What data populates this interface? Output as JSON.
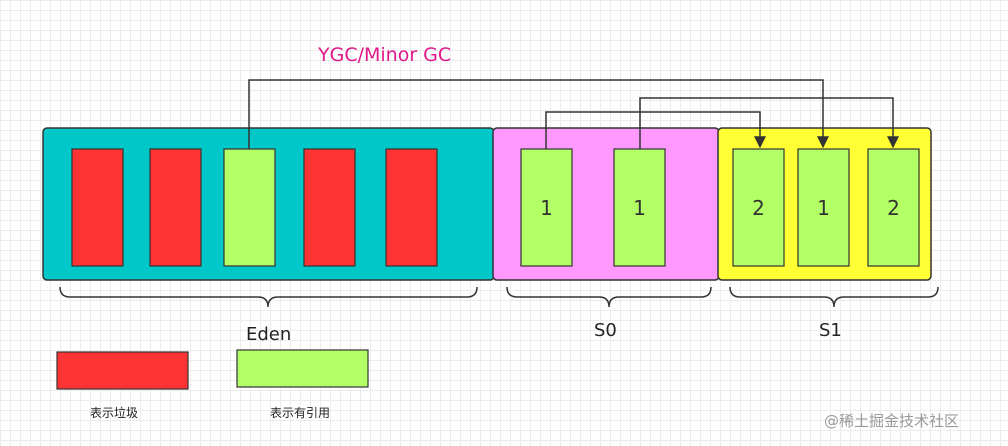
{
  "title": "YGC/Minor GC",
  "regions": {
    "eden": {
      "label": "Eden",
      "color": "#00c8c8"
    },
    "s0": {
      "label": "S0",
      "color": "#ff99ff"
    },
    "s1": {
      "label": "S1",
      "color": "#ffff33"
    }
  },
  "eden_cells": [
    "garbage",
    "garbage",
    "referenced",
    "garbage",
    "garbage"
  ],
  "s0_cells": [
    "1",
    "1"
  ],
  "s1_cells": [
    "2",
    "1",
    "2"
  ],
  "legend": {
    "garbage": {
      "text": "表示垃圾",
      "color": "#ff3333"
    },
    "referenced": {
      "text": "表示有引用",
      "color": "#b3ff66"
    }
  },
  "watermark": "@稀土掘金技术社区"
}
